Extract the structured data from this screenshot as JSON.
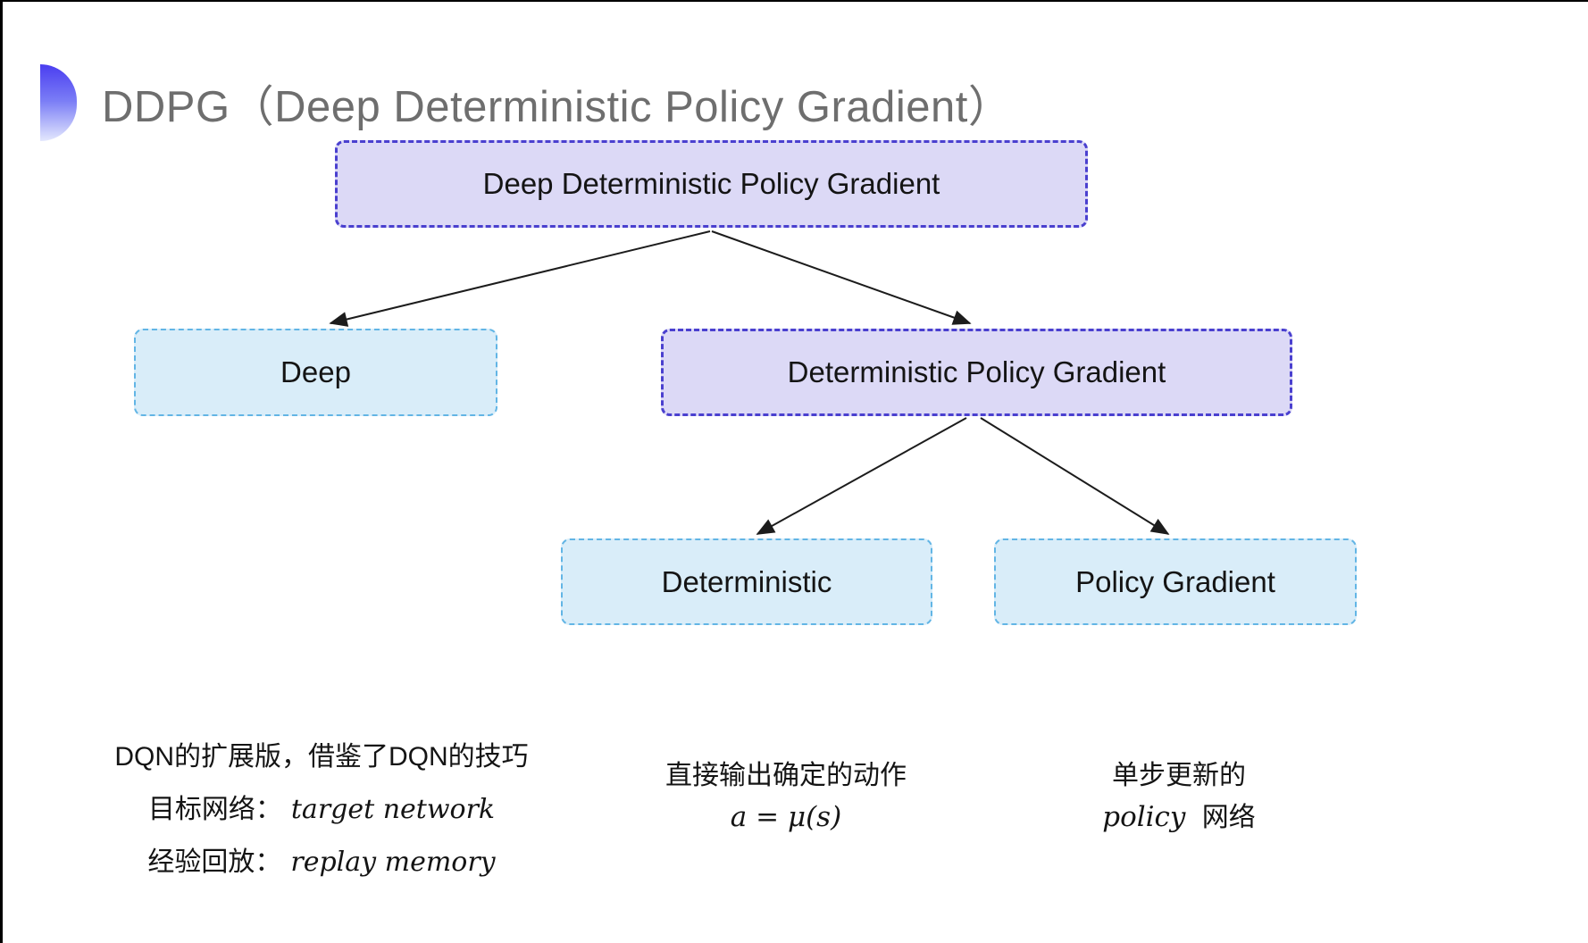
{
  "page": {
    "title": "DDPG（Deep Deterministic Policy Gradient）"
  },
  "tree": {
    "root": {
      "label": "Deep Deterministic Policy Gradient",
      "variant": "lavender"
    },
    "children": [
      {
        "label": "Deep",
        "variant": "blue"
      },
      {
        "label": "Deterministic Policy Gradient",
        "variant": "lavender"
      }
    ],
    "grandchildren": [
      {
        "label": "Deterministic",
        "variant": "blue"
      },
      {
        "label": "Policy Gradient",
        "variant": "blue"
      }
    ]
  },
  "notes": {
    "deep": {
      "line1": "DQN的扩展版，借鉴了DQN的技巧",
      "line2_label": "目标网络：",
      "line2_value": "target network",
      "line3_label": "经验回放：",
      "line3_value": "replay memory"
    },
    "deterministic": {
      "line1": "直接输出确定的动作",
      "formula": "a = μ(s)"
    },
    "policy": {
      "line1": "单步更新的",
      "line2_italic": "policy",
      "line2_suffix": " 网络"
    }
  },
  "colors": {
    "lavender_fill": "#dcd9f6",
    "lavender_border": "#4a40cf",
    "blue_fill": "#d9edf9",
    "blue_border": "#62b5e5",
    "title_gray": "#6e6e6e",
    "text_black": "#141414",
    "accent_blue": "#4a3df0",
    "arrow": "#1c1c1c"
  }
}
